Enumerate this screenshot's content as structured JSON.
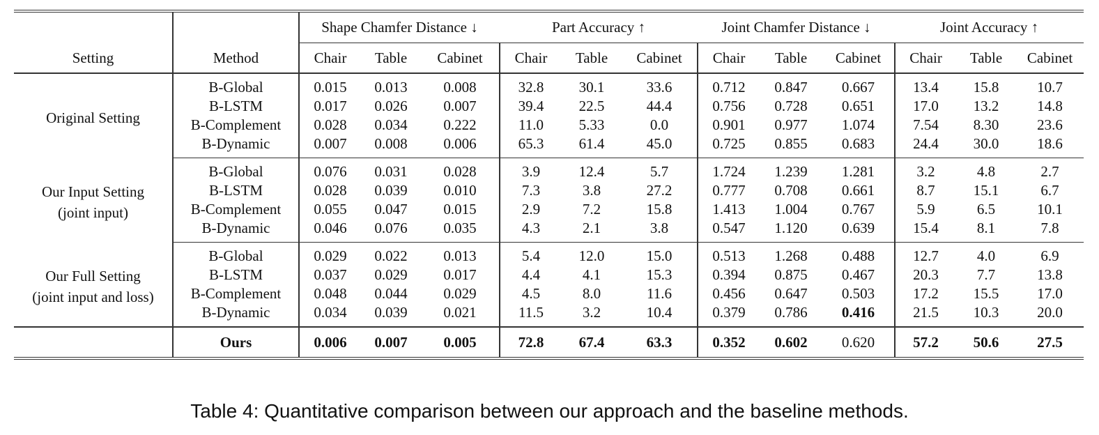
{
  "chart_data": {
    "type": "table",
    "column_groups": [
      {
        "label": "Shape Chamfer Distance ↓"
      },
      {
        "label": "Part Accuracy ↑"
      },
      {
        "label": "Joint Chamfer Distance ↓"
      },
      {
        "label": "Joint Accuracy ↑"
      }
    ],
    "header": {
      "setting": "Setting",
      "method": "Method",
      "subcolumns": [
        "Chair",
        "Table",
        "Cabinet",
        "Chair",
        "Table",
        "Cabinet",
        "Chair",
        "Table",
        "Cabinet",
        "Chair",
        "Table",
        "Cabinet"
      ]
    },
    "groups": [
      {
        "setting_lines": [
          "Original Setting"
        ],
        "rows": [
          {
            "method": "B-Global",
            "values": [
              "0.015",
              "0.013",
              "0.008",
              "32.8",
              "30.1",
              "33.6",
              "0.712",
              "0.847",
              "0.667",
              "13.4",
              "15.8",
              "10.7"
            ]
          },
          {
            "method": "B-LSTM",
            "values": [
              "0.017",
              "0.026",
              "0.007",
              "39.4",
              "22.5",
              "44.4",
              "0.756",
              "0.728",
              "0.651",
              "17.0",
              "13.2",
              "14.8"
            ]
          },
          {
            "method": "B-Complement",
            "values": [
              "0.028",
              "0.034",
              "0.222",
              "11.0",
              "5.33",
              "0.0",
              "0.901",
              "0.977",
              "1.074",
              "7.54",
              "8.30",
              "23.6"
            ]
          },
          {
            "method": "B-Dynamic",
            "values": [
              "0.007",
              "0.008",
              "0.006",
              "65.3",
              "61.4",
              "45.0",
              "0.725",
              "0.855",
              "0.683",
              "24.4",
              "30.0",
              "18.6"
            ]
          }
        ]
      },
      {
        "setting_lines": [
          "Our Input Setting",
          "(joint input)"
        ],
        "rows": [
          {
            "method": "B-Global",
            "values": [
              "0.076",
              "0.031",
              "0.028",
              "3.9",
              "12.4",
              "5.7",
              "1.724",
              "1.239",
              "1.281",
              "3.2",
              "4.8",
              "2.7"
            ]
          },
          {
            "method": "B-LSTM",
            "values": [
              "0.028",
              "0.039",
              "0.010",
              "7.3",
              "3.8",
              "27.2",
              "0.777",
              "0.708",
              "0.661",
              "8.7",
              "15.1",
              "6.7"
            ]
          },
          {
            "method": "B-Complement",
            "values": [
              "0.055",
              "0.047",
              "0.015",
              "2.9",
              "7.2",
              "15.8",
              "1.413",
              "1.004",
              "0.767",
              "5.9",
              "6.5",
              "10.1"
            ]
          },
          {
            "method": "B-Dynamic",
            "values": [
              "0.046",
              "0.076",
              "0.035",
              "4.3",
              "2.1",
              "3.8",
              "0.547",
              "1.120",
              "0.639",
              "15.4",
              "8.1",
              "7.8"
            ]
          }
        ]
      },
      {
        "setting_lines": [
          "Our Full Setting",
          "(joint input and loss)"
        ],
        "rows": [
          {
            "method": "B-Global",
            "values": [
              "0.029",
              "0.022",
              "0.013",
              "5.4",
              "12.0",
              "15.0",
              "0.513",
              "1.268",
              "0.488",
              "12.7",
              "4.0",
              "6.9"
            ]
          },
          {
            "method": "B-LSTM",
            "values": [
              "0.037",
              "0.029",
              "0.017",
              "4.4",
              "4.1",
              "15.3",
              "0.394",
              "0.875",
              "0.467",
              "20.3",
              "7.7",
              "13.8"
            ]
          },
          {
            "method": "B-Complement",
            "values": [
              "0.048",
              "0.044",
              "0.029",
              "4.5",
              "8.0",
              "11.6",
              "0.456",
              "0.647",
              "0.503",
              "17.2",
              "15.5",
              "17.0"
            ]
          },
          {
            "method": "B-Dynamic",
            "values": [
              "0.034",
              "0.039",
              "0.021",
              "11.5",
              "3.2",
              "10.4",
              "0.379",
              "0.786",
              "0.416",
              "21.5",
              "10.3",
              "20.0"
            ],
            "bold": [
              8
            ]
          }
        ]
      }
    ],
    "ours": {
      "setting": "",
      "method": "Ours",
      "values": [
        "0.006",
        "0.007",
        "0.005",
        "72.8",
        "67.4",
        "63.3",
        "0.352",
        "0.602",
        "0.620",
        "57.2",
        "50.6",
        "27.5"
      ],
      "bold": [
        0,
        1,
        2,
        3,
        4,
        5,
        6,
        7,
        9,
        10,
        11
      ]
    }
  },
  "caption": "Table 4: Quantitative comparison between our approach and the baseline methods."
}
